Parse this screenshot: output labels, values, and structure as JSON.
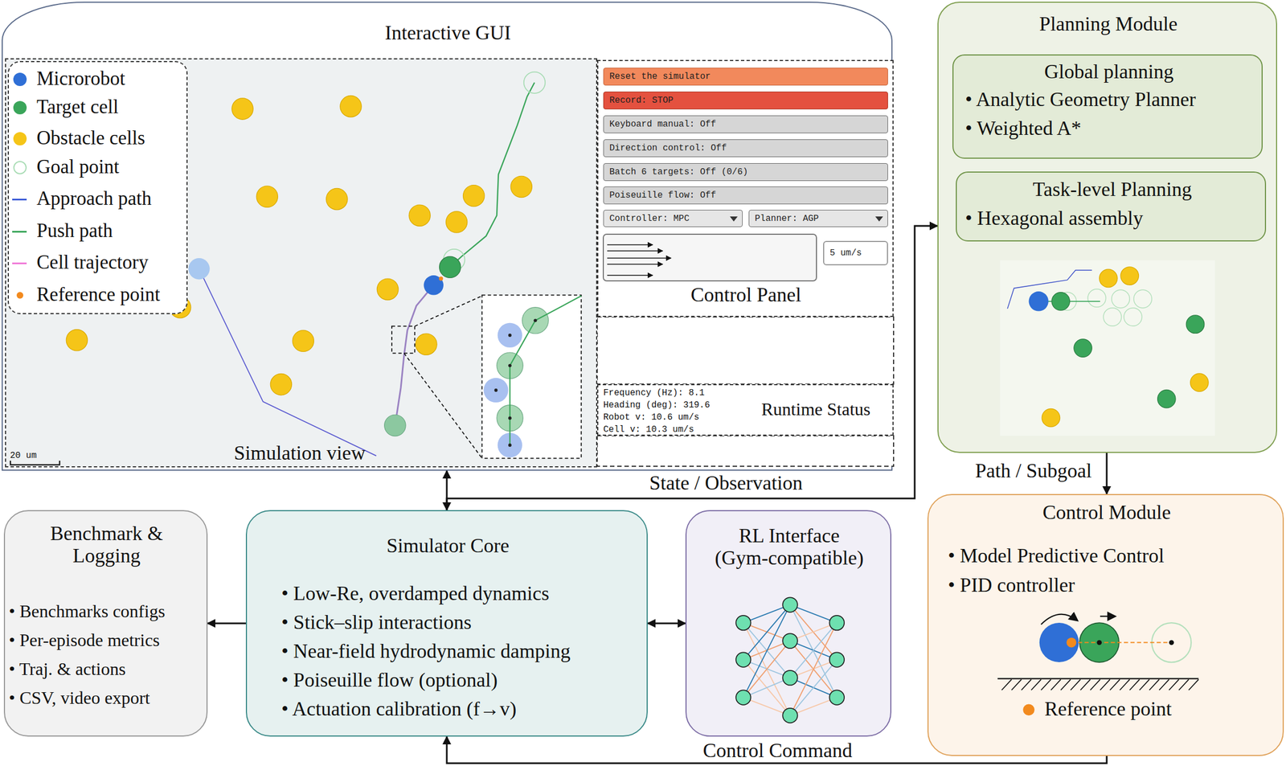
{
  "diagram": {
    "nodes": [
      {
        "text": [
          "Interactive GUI"
        ]
      },
      {
        "text": [
          "Simulation view"
        ],
        "in": 0
      },
      {
        "text": [
          "Control Panel"
        ],
        "in": 0
      },
      {
        "text": [
          "Reset the simulator"
        ],
        "in": 2
      },
      {
        "text": [
          "Record: STOP"
        ],
        "in": 2
      },
      {
        "text": [
          "Keyboard manual: Off"
        ],
        "in": 2
      },
      {
        "text": [
          "Direction control: Off"
        ],
        "in": 2
      },
      {
        "text": [
          "Batch 6 targets: Off (0/6)"
        ],
        "in": 2
      },
      {
        "text": [
          "Poiseuille flow: Off"
        ],
        "in": 2
      },
      {
        "text": [
          "Controller: MPC"
        ],
        "in": 2
      },
      {
        "text": [
          "Planner: AGP"
        ],
        "in": 2
      },
      {
        "text": [
          "5 um/s"
        ],
        "in": 2
      },
      {
        "text": [
          "Frequency (Hz): 8.1",
          "Heading (deg): 319.6",
          "Robot v: 10.6 um/s",
          "Cell v: 10.3 um/s",
          "Runtime Status"
        ],
        "in": 0
      },
      {
        "text": [
          "Planning Module"
        ]
      },
      {
        "text": [
          "Global planning",
          "• Analytic Geometry Planner",
          "• Weighted A*"
        ],
        "in": 13
      },
      {
        "text": [
          "Task-level Planning",
          "• Hexagonal assembly"
        ],
        "in": 13
      },
      {
        "text": [
          "Control Module",
          "• Model Predictive Control",
          "• PID controller",
          "Reference point"
        ]
      },
      {
        "text": [
          "Benchmark & Logging",
          "• Benchmarks configs",
          "• Per-episode metrics",
          "• Traj. & actions",
          "• CSV, video export"
        ]
      },
      {
        "text": [
          "Simulator Core",
          "• Low-Re, overdamped dynamics",
          "• Stick–slip interactions",
          "• Near-field hydrodynamic damping",
          "• Poiseuille flow (optional)",
          "• Actuation calibration (f→v)"
        ]
      },
      {
        "text": [
          "RL Interface (Gym-compatible)"
        ]
      }
    ],
    "edges": [
      {
        "from": 0,
        "to": 18,
        "arrow": "both"
      },
      {
        "from": 18,
        "to": 13,
        "label": "State / Observation",
        "arrow": "to"
      },
      {
        "from": 13,
        "to": 16,
        "label": "Path / Subgoal",
        "arrow": "to"
      },
      {
        "from": 16,
        "to": 18,
        "label": "Control Command",
        "arrow": "to"
      },
      {
        "from": 18,
        "to": 17,
        "arrow": "to"
      },
      {
        "from": 18,
        "to": 19,
        "arrow": "both"
      }
    ],
    "labels": [
      "20 um"
    ],
    "legend": [
      {
        "text": "Microrobot",
        "color": "#2f6fd6"
      },
      {
        "text": "Target cell",
        "color": "#3aa55a"
      },
      {
        "text": "Obstacle cells",
        "color": "#f5c518"
      },
      {
        "text": "Goal point"
      },
      {
        "text": "Approach path"
      },
      {
        "text": "Push path"
      },
      {
        "text": "Cell trajectory"
      },
      {
        "text": "Reference point",
        "color": "#f28a1e"
      }
    ]
  }
}
